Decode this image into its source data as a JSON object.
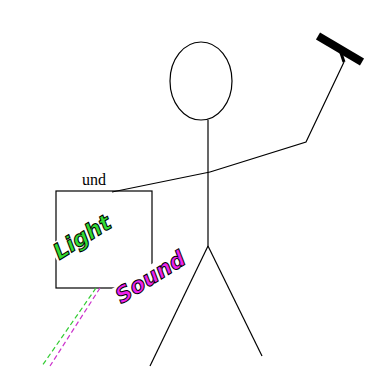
{
  "diagram": {
    "labels": [
      "und",
      "Light",
      "Sound"
    ]
  }
}
